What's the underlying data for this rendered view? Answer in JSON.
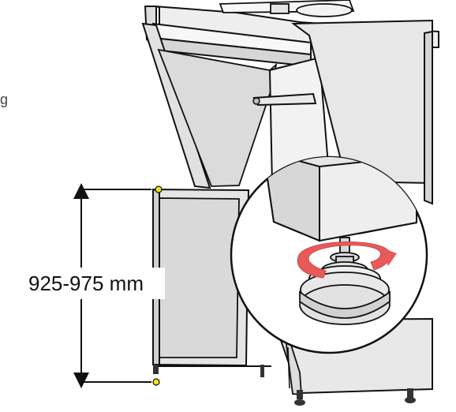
{
  "labels": {
    "cropped_text": "g",
    "height_range": "925-975 mm"
  },
  "colors": {
    "outline": "#111111",
    "panel_light": "#e7e7e7",
    "panel_mid": "#d8d8d8",
    "panel_dark": "#c9c9c9",
    "rotation_arrow": "#e85a5a",
    "marker_yellow": "#f2e216"
  },
  "icons": {
    "rotation": "rotation-arrow-icon",
    "dimension": "height-dimension-arrow"
  }
}
